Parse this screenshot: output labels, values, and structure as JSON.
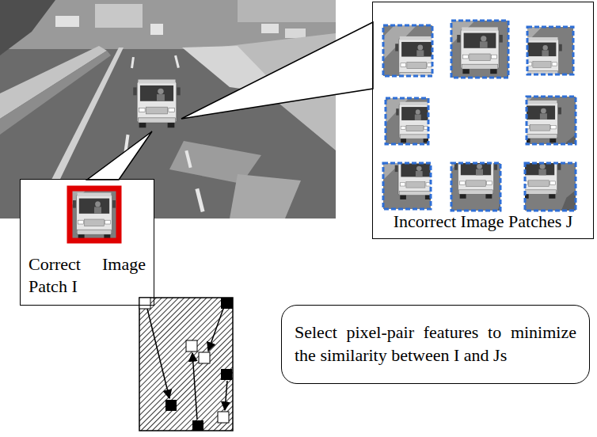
{
  "diagram": {
    "nodes": [
      {
        "text": [
          "Correct Image Patch I"
        ]
      },
      {
        "text": [
          "Incorrect Image Patches J"
        ]
      },
      {
        "text": [
          "Select pixel-pair features to minimize the similarity between I and Js"
        ]
      }
    ],
    "edges": []
  }
}
